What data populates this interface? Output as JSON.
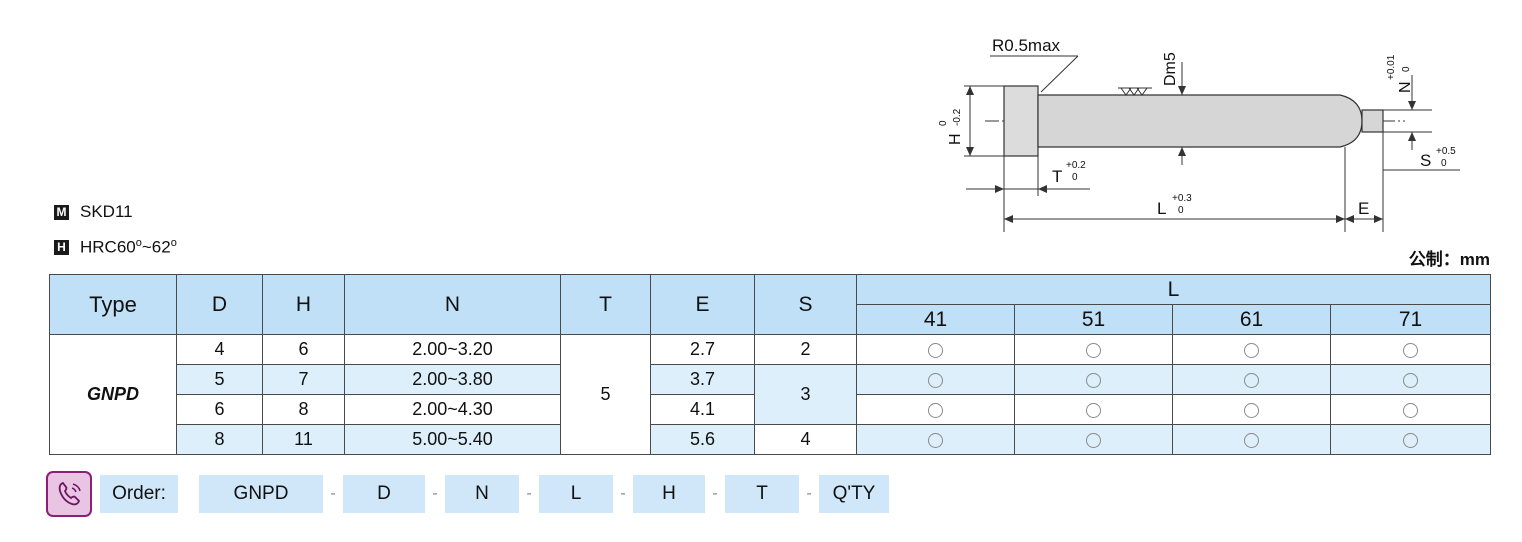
{
  "drawing": {
    "labels": {
      "radius": "R0.5max",
      "dm5": "Dm5",
      "h_main": "H",
      "h_upper": "0",
      "h_lower": "-0.2",
      "n_main": "N",
      "n_upper": "+0.01",
      "n_lower": "0",
      "t_main": "T",
      "t_upper": "+0.2",
      "t_lower": "0",
      "s_main": "S",
      "s_upper": "+0.5",
      "s_lower": "0",
      "l_main": "L",
      "l_upper": "+0.3",
      "l_lower": "0",
      "e_main": "E"
    }
  },
  "spec": {
    "material_mark": "M",
    "material": "SKD11",
    "hardness_mark": "H",
    "hardness_a": "HRC60",
    "hardness_deg": "o",
    "hardness_mid": "~62",
    "hardness_deg2": "o"
  },
  "unit": "公制：mm",
  "table": {
    "headers": [
      "Type",
      "D",
      "H",
      "N",
      "T",
      "E",
      "S"
    ],
    "l_header": "L",
    "l_values": [
      "41",
      "51",
      "61",
      "71"
    ],
    "type_name": "GNPD",
    "t_value": "5",
    "rows": [
      {
        "D": "4",
        "H": "6",
        "N": "2.00~3.20",
        "E": "2.7"
      },
      {
        "D": "5",
        "H": "7",
        "N": "2.00~3.80",
        "E": "3.7"
      },
      {
        "D": "6",
        "H": "8",
        "N": "2.00~4.30",
        "E": "4.1"
      },
      {
        "D": "8",
        "H": "11",
        "N": "5.00~5.40",
        "E": "5.6"
      }
    ],
    "s_values": [
      "2",
      "3",
      "4"
    ],
    "availability_mark": "○"
  },
  "order": {
    "label": "Order:",
    "fields": [
      "GNPD",
      "D",
      "N",
      "L",
      "H",
      "T",
      "Q'TY"
    ],
    "separator": "-"
  }
}
